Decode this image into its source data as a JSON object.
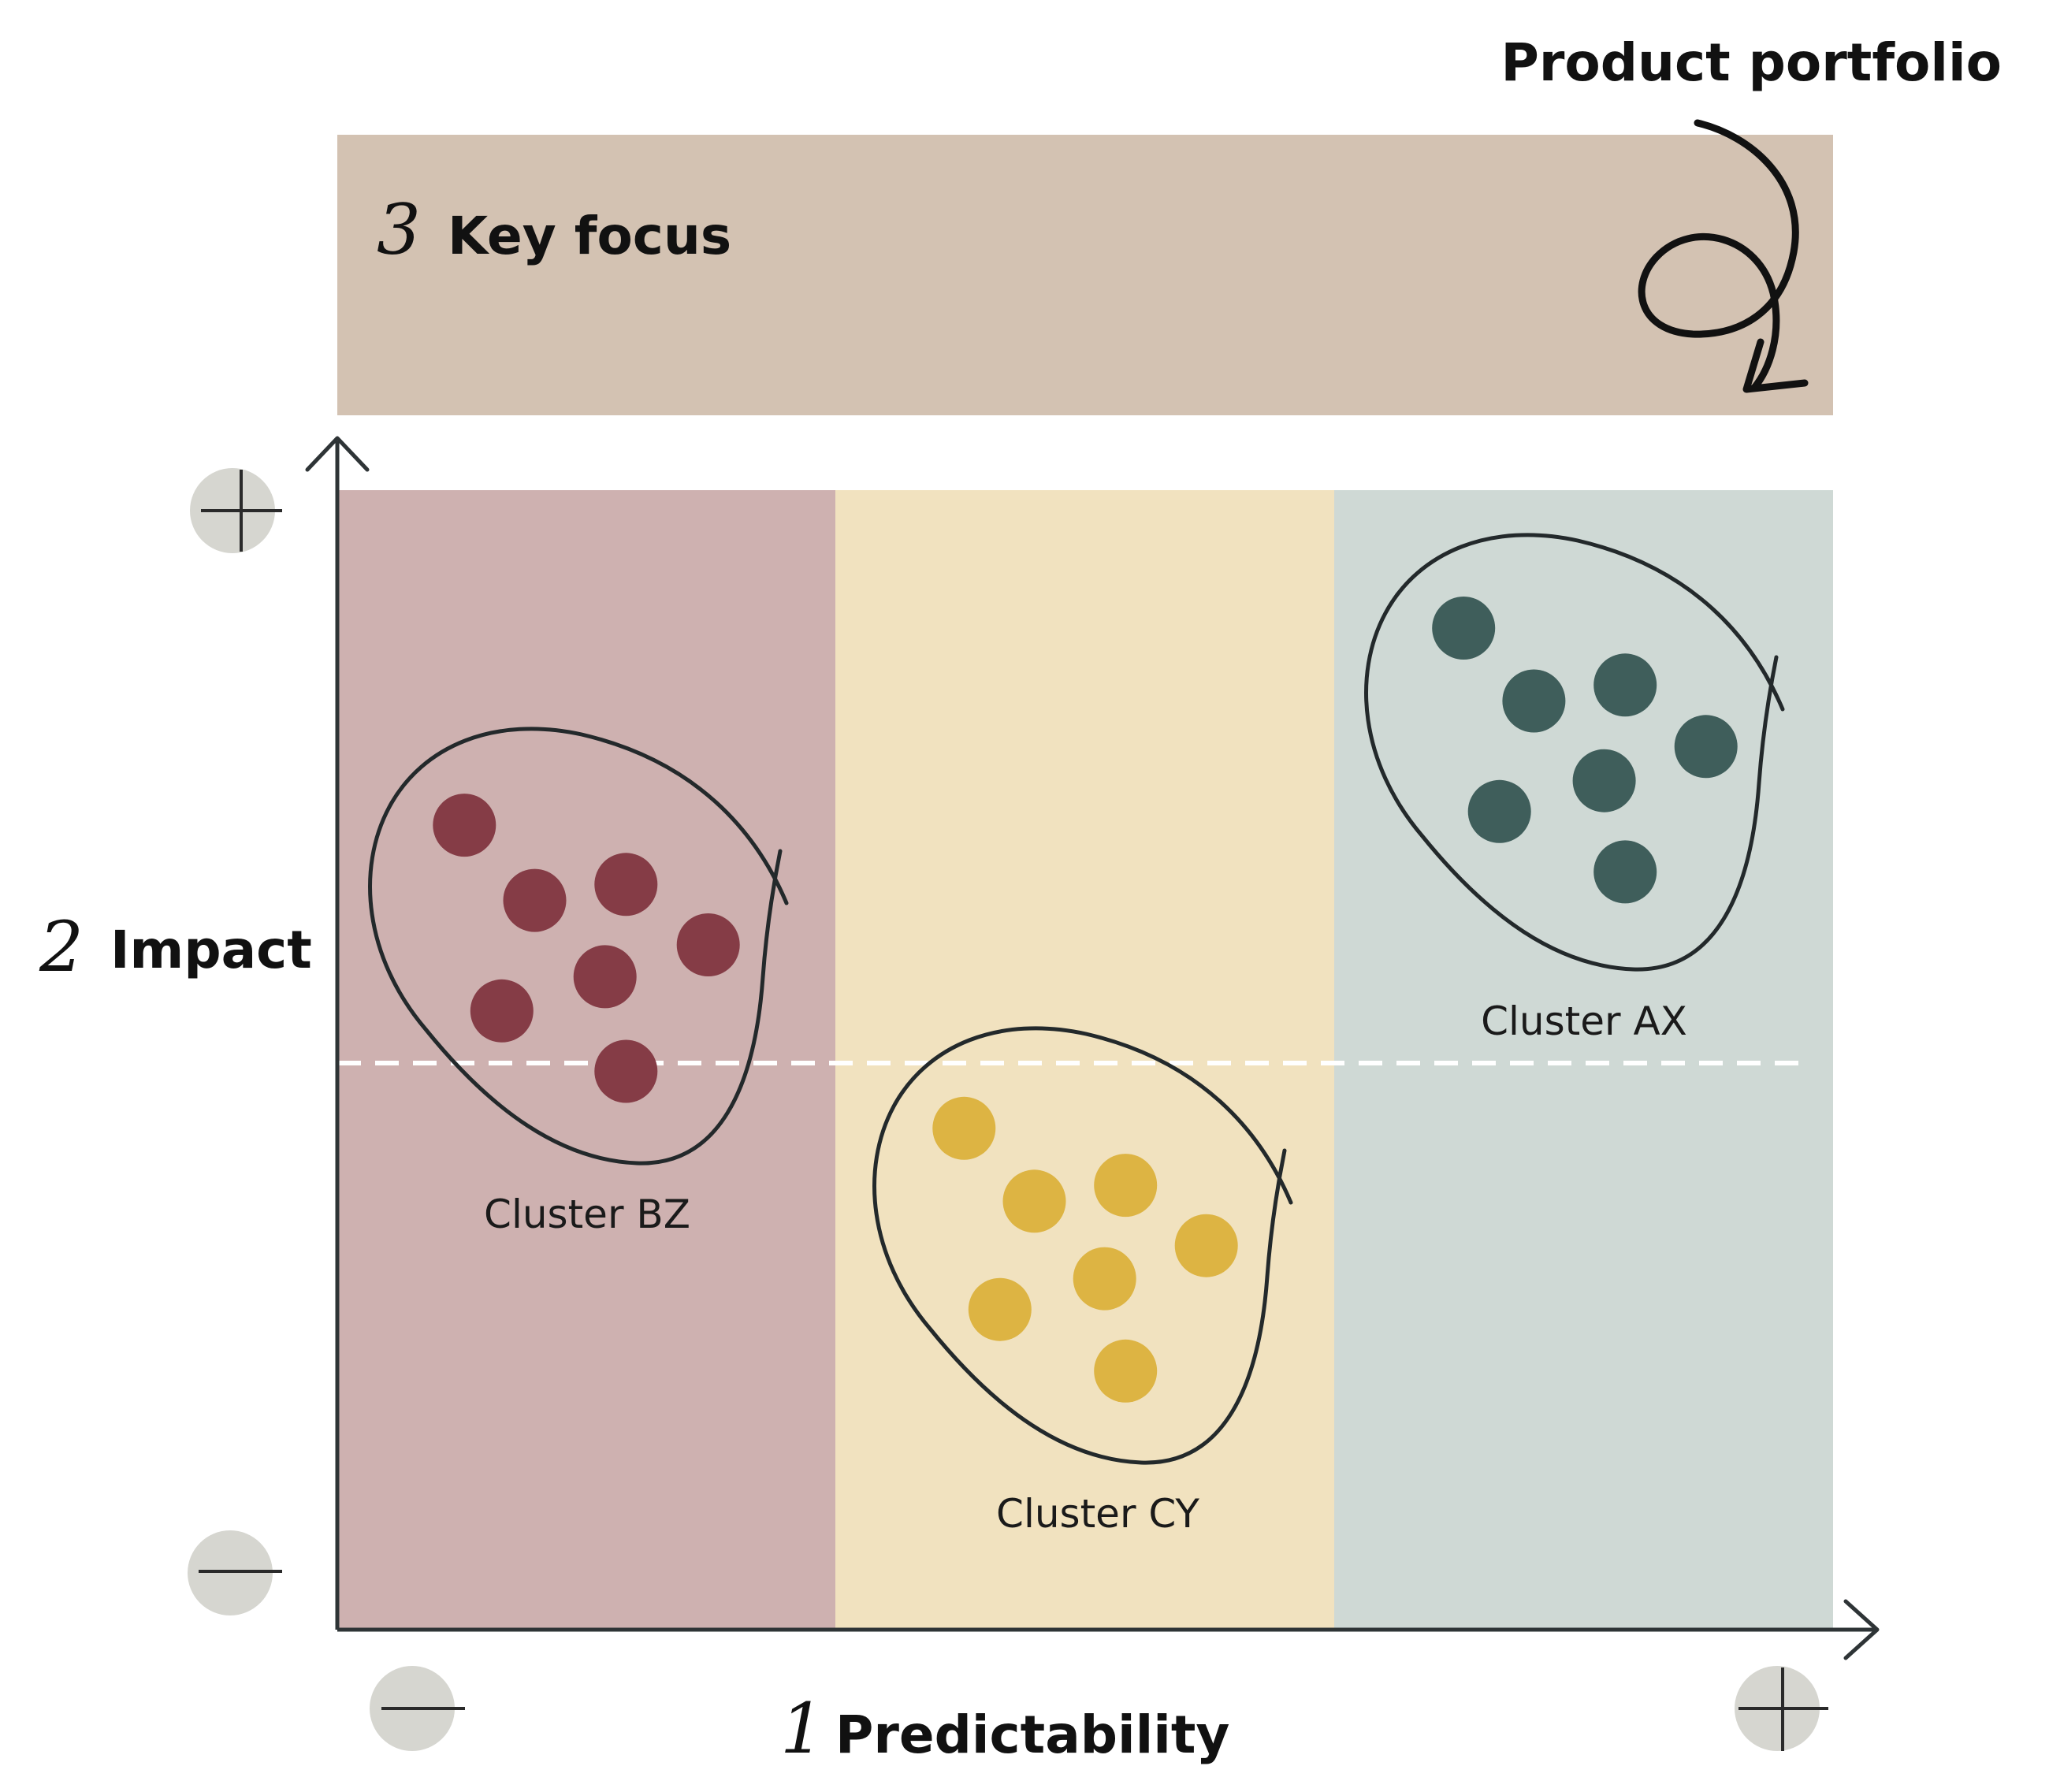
{
  "title": "Product portfolio",
  "key_focus": {
    "number": "3",
    "label": "Key focus"
  },
  "axes": {
    "x": {
      "number": "1",
      "label": "Predictability",
      "min_symbol": "minus",
      "max_symbol": "plus"
    },
    "y": {
      "number": "2",
      "label": "Impact",
      "min_symbol": "minus",
      "max_symbol": "plus"
    }
  },
  "colors": {
    "key_focus_band": "#d3c2b2",
    "zone_low": "#ceb1b0",
    "zone_mid": "#f1e2bf",
    "zone_high": "#cfd9d5",
    "cluster_bz": "#853c46",
    "cluster_cy": "#ddb443",
    "cluster_ax": "#3f5e5b",
    "outline": "#23292b",
    "axis": "#2e3436",
    "sign_circle": "#d6d6d0",
    "threshold_line": "#ffffff"
  },
  "chart_data": {
    "type": "scatter",
    "grid": false,
    "threshold": "dashed horizontal line",
    "series": [
      {
        "name": "Cluster BZ",
        "color_key": "cluster_bz",
        "points": [
          [
            0.085,
            0.706
          ],
          [
            0.132,
            0.64
          ],
          [
            0.193,
            0.654
          ],
          [
            0.248,
            0.601
          ],
          [
            0.11,
            0.543
          ],
          [
            0.179,
            0.573
          ],
          [
            0.193,
            0.49
          ]
        ]
      },
      {
        "name": "Cluster CY",
        "color_key": "cluster_cy",
        "points": [
          [
            0.419,
            0.44
          ],
          [
            0.466,
            0.376
          ],
          [
            0.527,
            0.39
          ],
          [
            0.581,
            0.337
          ],
          [
            0.443,
            0.281
          ],
          [
            0.513,
            0.308
          ],
          [
            0.527,
            0.227
          ]
        ]
      },
      {
        "name": "Cluster AX",
        "color_key": "cluster_ax",
        "points": [
          [
            0.753,
            0.879
          ],
          [
            0.8,
            0.815
          ],
          [
            0.861,
            0.829
          ],
          [
            0.915,
            0.775
          ],
          [
            0.777,
            0.718
          ],
          [
            0.847,
            0.745
          ],
          [
            0.861,
            0.665
          ]
        ]
      }
    ]
  }
}
